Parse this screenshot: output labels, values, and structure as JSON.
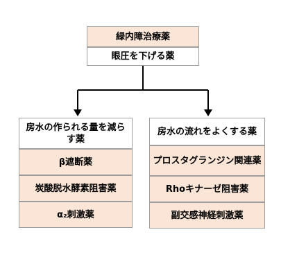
{
  "root": {
    "title": "緑内障治療薬",
    "subtitle": "眼圧を下げる薬"
  },
  "left": {
    "header": "房水の作られる量を減らす薬",
    "items": [
      "β遮断薬",
      "炭酸脱水酵素阻害薬",
      "α₂刺激薬"
    ]
  },
  "right": {
    "header": "房水の流れをよくする薬",
    "items": [
      "プロスタグランジン関連薬",
      "Rhoキナーゼ阻害薬",
      "副交感神経刺激薬"
    ]
  },
  "colors": {
    "peach": "#fbe5d6",
    "border": "#9e9e9e",
    "line": "#000000"
  }
}
